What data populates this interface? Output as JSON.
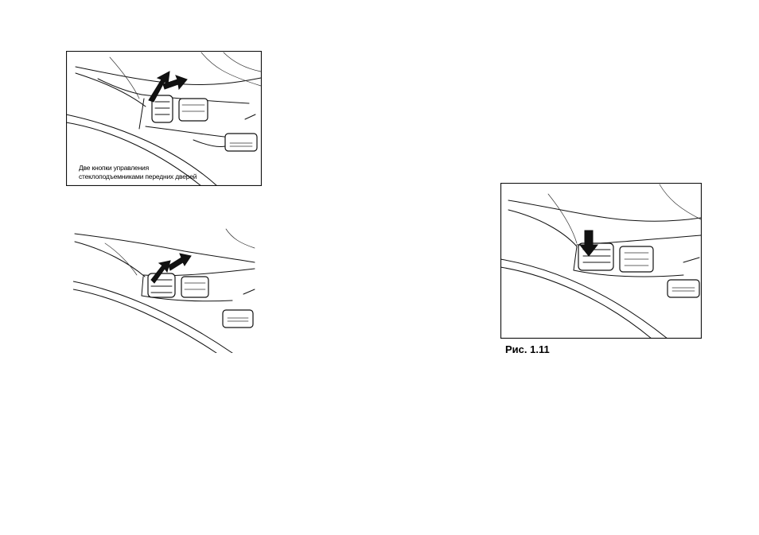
{
  "figures": [
    {
      "caption_lines": [
        "Две кнопки управления",
        "стеклоподъемниками передних дверей"
      ],
      "bordered": true
    },
    {
      "caption_lines": [],
      "bordered": false
    },
    {
      "caption_lines": [],
      "bordered": true
    }
  ],
  "figure_label": "Рис. 1.11",
  "colors": {
    "ink": "#111111",
    "paper": "#ffffff"
  }
}
